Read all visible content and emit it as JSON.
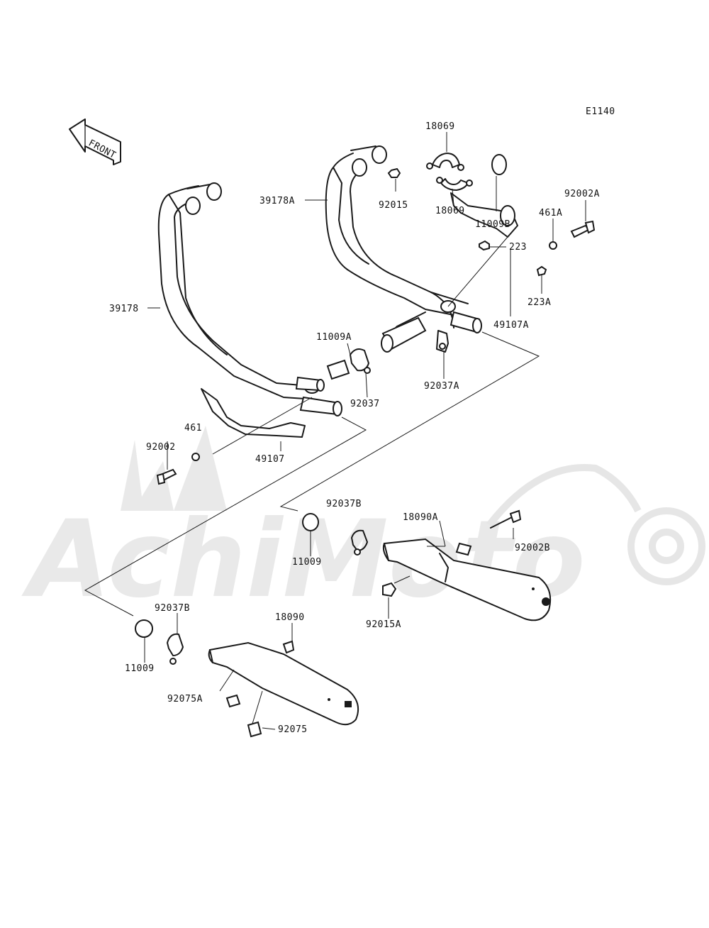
{
  "diagram_code": "E1140",
  "front_label": "FRONT",
  "watermark_text": "AchiMoto",
  "labels": {
    "p18069_top": "18069",
    "p18069_bot": "18069",
    "p92015": "92015",
    "p11009B": "11009B",
    "p92002A": "92002A",
    "p461A": "461A",
    "p223": "223",
    "p223A": "223A",
    "p49107A": "49107A",
    "p39178A": "39178A",
    "p39178": "39178",
    "p11009A": "11009A",
    "p92037": "92037",
    "p92037A": "92037A",
    "p461": "461",
    "p92002": "92002",
    "p49107": "49107",
    "p92037B_mid": "92037B",
    "p18090A": "18090A",
    "p11009_mid": "11009",
    "p92002B": "92002B",
    "p92015A": "92015A",
    "p92037B_low": "92037B",
    "p18090": "18090",
    "p11009_low": "11009",
    "p92075A": "92075A",
    "p92075": "92075"
  }
}
